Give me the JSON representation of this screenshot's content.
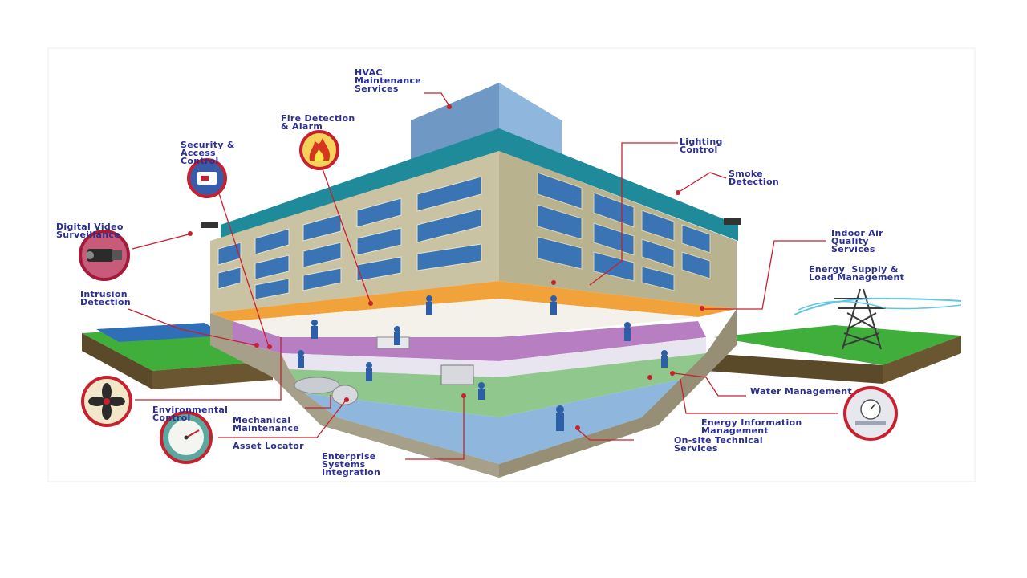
{
  "colors": {
    "label_text": "#2b2f8f",
    "leader_line": "#c8202e",
    "glass_teal": "#1f8a9a",
    "facade": "#c9c3a4",
    "window": "#3a74b5",
    "floor_orange": "#f2a23a",
    "floor_purple": "#b77fc2",
    "floor_green": "#8fc78d",
    "floor_blue": "#8fb6dd",
    "grass": "#3fae3a",
    "soil": "#5b4a2a"
  },
  "labels": {
    "hvac": "HVAC\nMaintenance\nServices",
    "fire": "Fire Detection\n& Alarm",
    "security": "Security &\nAccess\nControl",
    "lighting": "Lighting\nControl",
    "smoke": "Smoke\nDetection",
    "video": "Digital Video\nSurveillance",
    "air": "Indoor Air\nQuality\nServices",
    "energy_supply": "Energy  Supply &\nLoad Management",
    "intrusion": "Intrusion\nDetection",
    "environmental": "Environmental\nControl",
    "mechanical": "Mechanical\nMaintenance",
    "asset": "Asset Locator",
    "enterprise": "Enterprise\nSystems\nIntegration",
    "water": "Water Management",
    "energy_info": "Energy Information\nManagement",
    "onsite": "On-site Technical\nServices"
  },
  "icons": {
    "fire": "fire-icon",
    "security": "keycard-icon",
    "video": "camera-icon",
    "environmental": "fan-icon",
    "asset": "gauge-icon",
    "energy_info": "meter-icon",
    "tower": "power-tower-icon"
  }
}
